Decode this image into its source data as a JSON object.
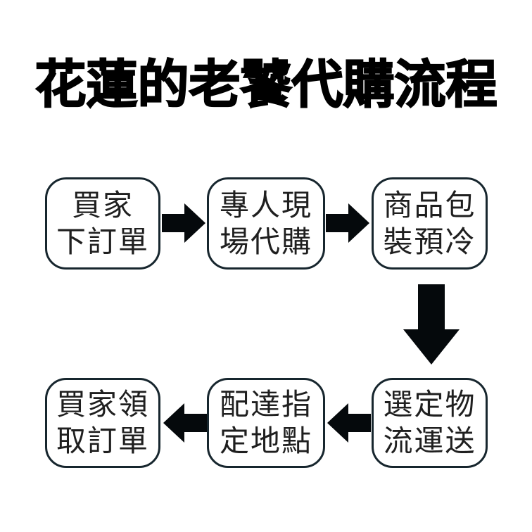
{
  "title": "花蓮的老饕代購流程",
  "colors": {
    "background": "#ffffff",
    "box_border": "#17262e",
    "box_fill": "#ffffff",
    "box_text": "#1f1f1f",
    "title_text": "#000000",
    "arrow": "#05090c"
  },
  "icons": {
    "right_arrow": "arrow-right-icon",
    "left_arrow": "arrow-left-icon",
    "down_arrow": "arrow-down-icon"
  },
  "flow": {
    "top_row": [
      {
        "lines": [
          "買家",
          "下訂單"
        ]
      },
      {
        "lines": [
          "專人現",
          "場代購"
        ]
      },
      {
        "lines": [
          "商品包",
          "裝預冷"
        ]
      }
    ],
    "bottom_row": [
      {
        "lines": [
          "買家領",
          "取訂單"
        ]
      },
      {
        "lines": [
          "配達指",
          "定地點"
        ]
      },
      {
        "lines": [
          "選定物",
          "流運送"
        ]
      }
    ],
    "connections": [
      {
        "from": "買家下訂單",
        "to": "專人現場代購",
        "direction": "right"
      },
      {
        "from": "專人現場代購",
        "to": "商品包裝預冷",
        "direction": "right"
      },
      {
        "from": "商品包裝預冷",
        "to": "選定物流運送",
        "direction": "down"
      },
      {
        "from": "選定物流運送",
        "to": "配達指定地點",
        "direction": "left"
      },
      {
        "from": "配達指定地點",
        "to": "買家領取訂單",
        "direction": "left"
      }
    ]
  }
}
